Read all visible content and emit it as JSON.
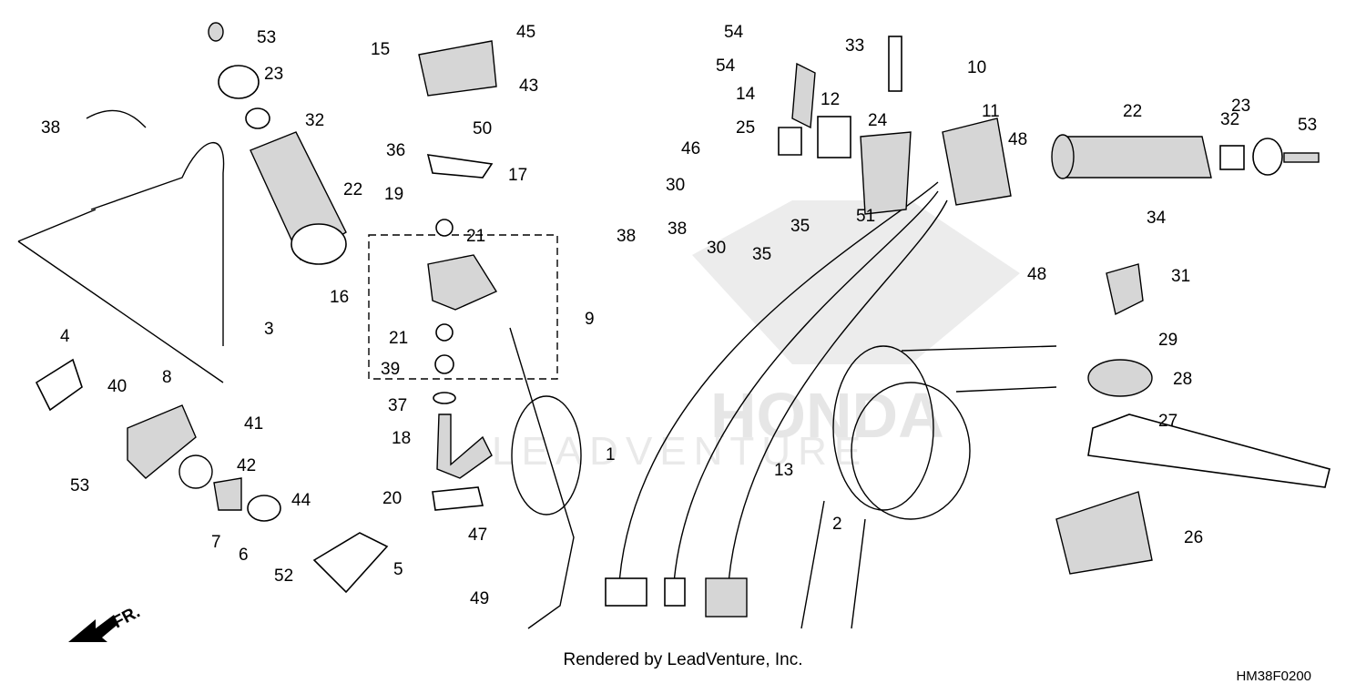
{
  "diagram": {
    "labels": [
      "1",
      "2",
      "3",
      "4",
      "5",
      "6",
      "7",
      "8",
      "9",
      "10",
      "11",
      "12",
      "13",
      "14",
      "15",
      "16",
      "17",
      "18",
      "19",
      "20",
      "21",
      "21",
      "22",
      "22",
      "23",
      "23",
      "24",
      "25",
      "26",
      "27",
      "28",
      "29",
      "30",
      "30",
      "31",
      "32",
      "32",
      "33",
      "34",
      "35",
      "35",
      "36",
      "37",
      "38",
      "38",
      "38",
      "39",
      "40",
      "41",
      "42",
      "43",
      "44",
      "45",
      "46",
      "47",
      "48",
      "48",
      "49",
      "50",
      "51",
      "52",
      "53",
      "53",
      "53",
      "54",
      "54"
    ],
    "front_indicator": "FR.",
    "watermark_brand": "HONDA",
    "watermark_text": "LEADVENTURE"
  },
  "footer": {
    "credit": "Rendered by LeadVenture, Inc.",
    "diagram_code": "HM38F0200"
  },
  "colors": {
    "line": "#000000",
    "part_shade": "#d6d6d6",
    "watermark": "#e6e6e6"
  }
}
